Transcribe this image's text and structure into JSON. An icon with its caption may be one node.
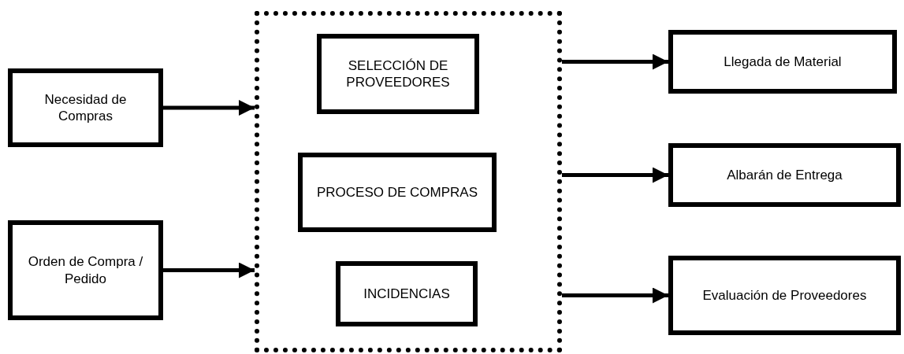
{
  "diagram": {
    "nodes": [
      {
        "text": [
          "Necesidad de Compras"
        ]
      },
      {
        "text": [
          "Orden de Compra / Pedido"
        ]
      },
      {
        "text": [],
        "shape": "box"
      },
      {
        "text": [
          "SELECCIÓN DE PROVEEDORES"
        ],
        "in": 2
      },
      {
        "text": [
          "PROCESO DE COMPRAS"
        ],
        "in": 2
      },
      {
        "text": [
          "INCIDENCIAS"
        ],
        "in": 2
      },
      {
        "text": [
          "Llegada de Material"
        ]
      },
      {
        "text": [
          "Albarán de Entrega"
        ]
      },
      {
        "text": [
          "Evaluación de Proveedores"
        ]
      }
    ],
    "edges": [
      {
        "from": 0,
        "to": 2,
        "arrow": "to"
      },
      {
        "from": 1,
        "to": 2,
        "arrow": "to"
      },
      {
        "from": 2,
        "to": 6,
        "arrow": "to"
      },
      {
        "from": 2,
        "to": 7,
        "arrow": "to"
      },
      {
        "from": 2,
        "to": 8,
        "arrow": "to"
      }
    ]
  }
}
